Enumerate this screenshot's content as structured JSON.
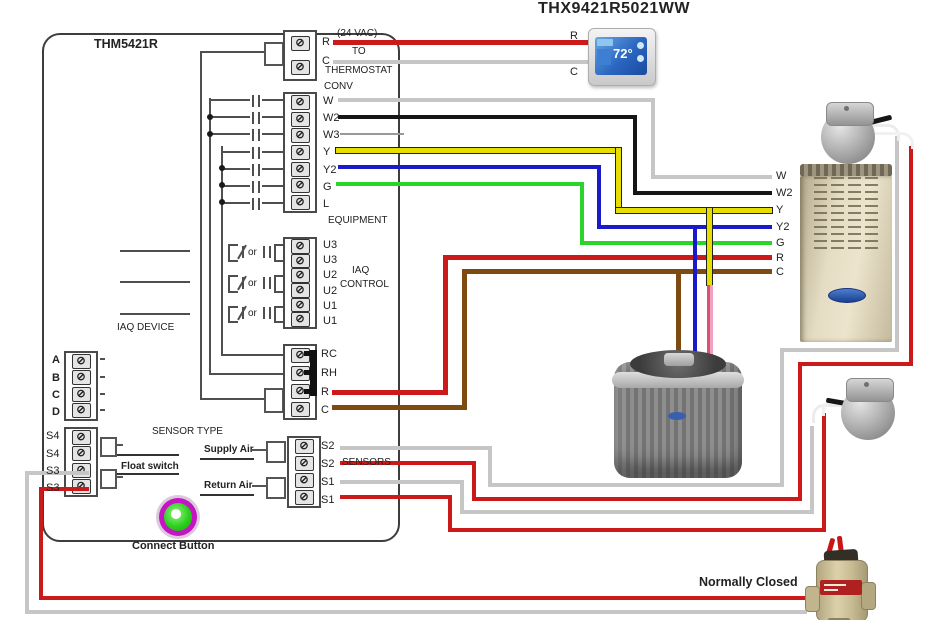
{
  "title": "THX9421R5021WW",
  "module": {
    "name": "THM5421R",
    "thermostat_terminals": {
      "r": "R",
      "c": "C",
      "note1": "(24 VAC)",
      "note2": "TO",
      "note3": "THERMOSTAT",
      "conv": "CONV"
    },
    "equipment": {
      "labels": [
        "W",
        "W2",
        "W3",
        "Y",
        "Y2",
        "G",
        "L"
      ],
      "caption": "EQUIPMENT"
    },
    "iaq": {
      "labels": [
        "U3",
        "U3",
        "U2",
        "U2",
        "U1",
        "U1"
      ],
      "caption1": "IAQ",
      "caption2": "CONTROL",
      "or1": "or",
      "device": "IAQ DEVICE"
    },
    "rc": {
      "labels": [
        "RC",
        "RH",
        "R",
        "C"
      ]
    },
    "abcd": {
      "labels": [
        "A",
        "B",
        "C",
        "D"
      ]
    },
    "s": {
      "labels": [
        "S4",
        "S4",
        "S3",
        "S3"
      ]
    },
    "sensors": {
      "labels": [
        "S2",
        "S2",
        "S1",
        "S1"
      ],
      "caption": "SENSORS"
    },
    "sensor_type": {
      "caption": "SENSOR TYPE",
      "supply": "Supply Air",
      "return": "Return Air",
      "float": "Float switch"
    },
    "connect_button": "Connect Button"
  },
  "thermostat": {
    "r": "R",
    "c": "C",
    "temp": "72°"
  },
  "furnace": {
    "labels": [
      "W",
      "W2",
      "Y",
      "Y2",
      "G",
      "R",
      "C"
    ]
  },
  "valve_label": "Normally Closed",
  "icons": {
    "screw": "⊘"
  },
  "colors": {
    "red": "#cc1a1a",
    "gray": "#c6c6c6",
    "black": "#161616",
    "yellow": "#e6de00",
    "blue": "#1a1acc",
    "green": "#2ad42a",
    "brown": "#7d4a12",
    "pink": "#f2a0c4",
    "pink_edge": "#d9536e"
  }
}
